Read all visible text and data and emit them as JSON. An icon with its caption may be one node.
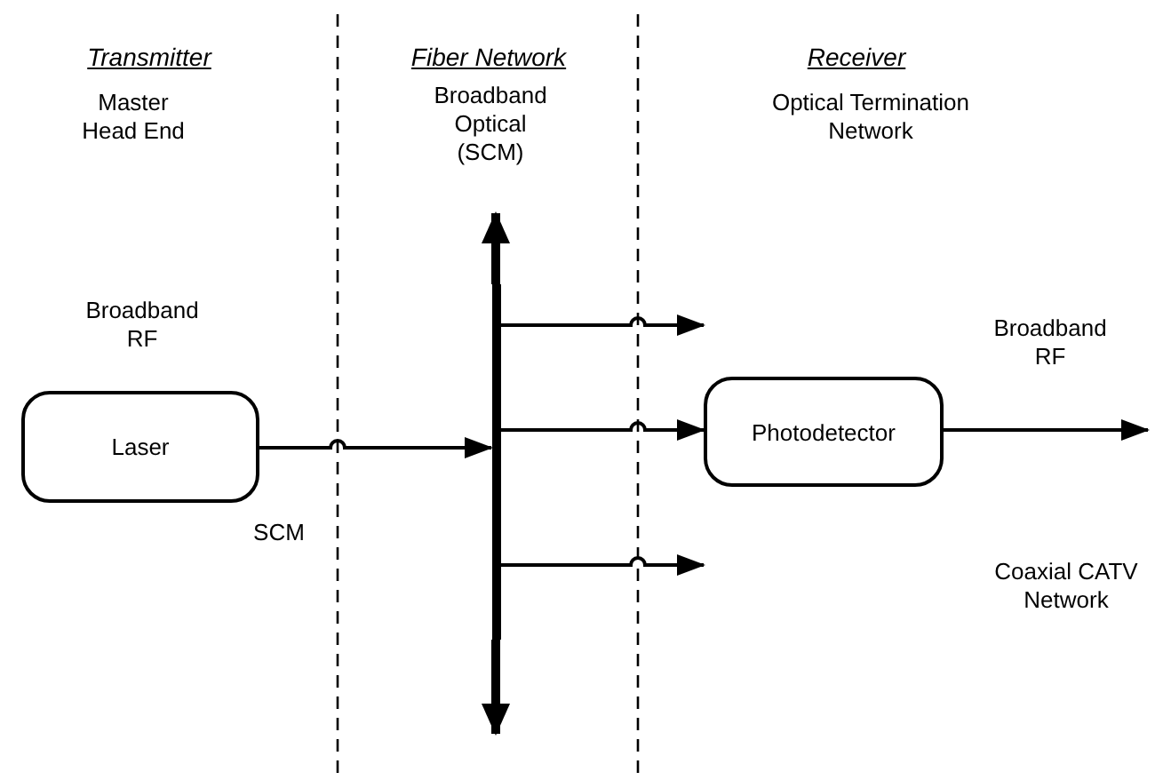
{
  "diagram": {
    "nodes": [
      {
        "text": [
          "Laser"
        ]
      },
      {
        "text": [
          "Photodetector"
        ]
      },
      {
        "text": [],
        "shape": "bar"
      }
    ],
    "edges": [
      {
        "from": 0,
        "to": 2,
        "arrow": "to"
      },
      {
        "from": 2,
        "to": null,
        "arrow": "to",
        "style": "thick"
      },
      {
        "from": 2,
        "to": null,
        "arrow": "to",
        "style": "thick"
      },
      {
        "from": 2,
        "to": null,
        "arrow": "to"
      },
      {
        "from": 2,
        "to": 1,
        "arrow": "to"
      },
      {
        "from": 2,
        "to": null,
        "arrow": "to"
      },
      {
        "from": 1,
        "to": null,
        "arrow": "to"
      }
    ],
    "labels": [
      "Transmitter",
      "Master Head End",
      "Fiber Network",
      "Broadband Optical (SCM)",
      "Receiver",
      "Optical Termination Network",
      "Broadband RF",
      "SCM",
      "Broadband RF",
      "Coaxial CATV Network"
    ]
  }
}
